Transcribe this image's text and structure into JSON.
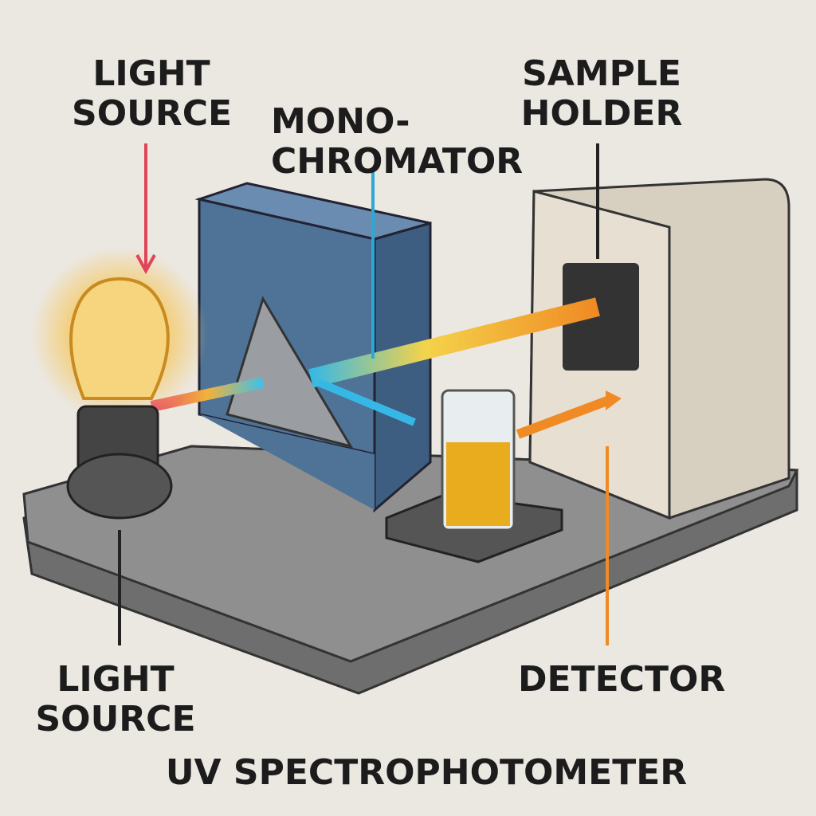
{
  "labels": {
    "light_source_top": [
      "LIGHT",
      "SOURCE"
    ],
    "monochromator": [
      "MONO-",
      "CHROMATOR"
    ],
    "sample_holder": [
      "SAMPLE",
      "HOLDER"
    ],
    "light_source_bottom": [
      "LIGHT",
      "SOURCE"
    ],
    "detector": "DETECTOR",
    "title": "UV SPECTROPHOTOMETER"
  },
  "colors": {
    "background": "#ebe7e1",
    "monochromator": "#4f7397",
    "base": "#8a8a8a",
    "detector_box": "#ddd6c8",
    "sample": "#e9ac1f",
    "beam_orange": "#f08a24",
    "beam_cyan": "#36b8e6",
    "pointer_red": "#e0445a",
    "pointer_cyan": "#2aa9d8"
  }
}
